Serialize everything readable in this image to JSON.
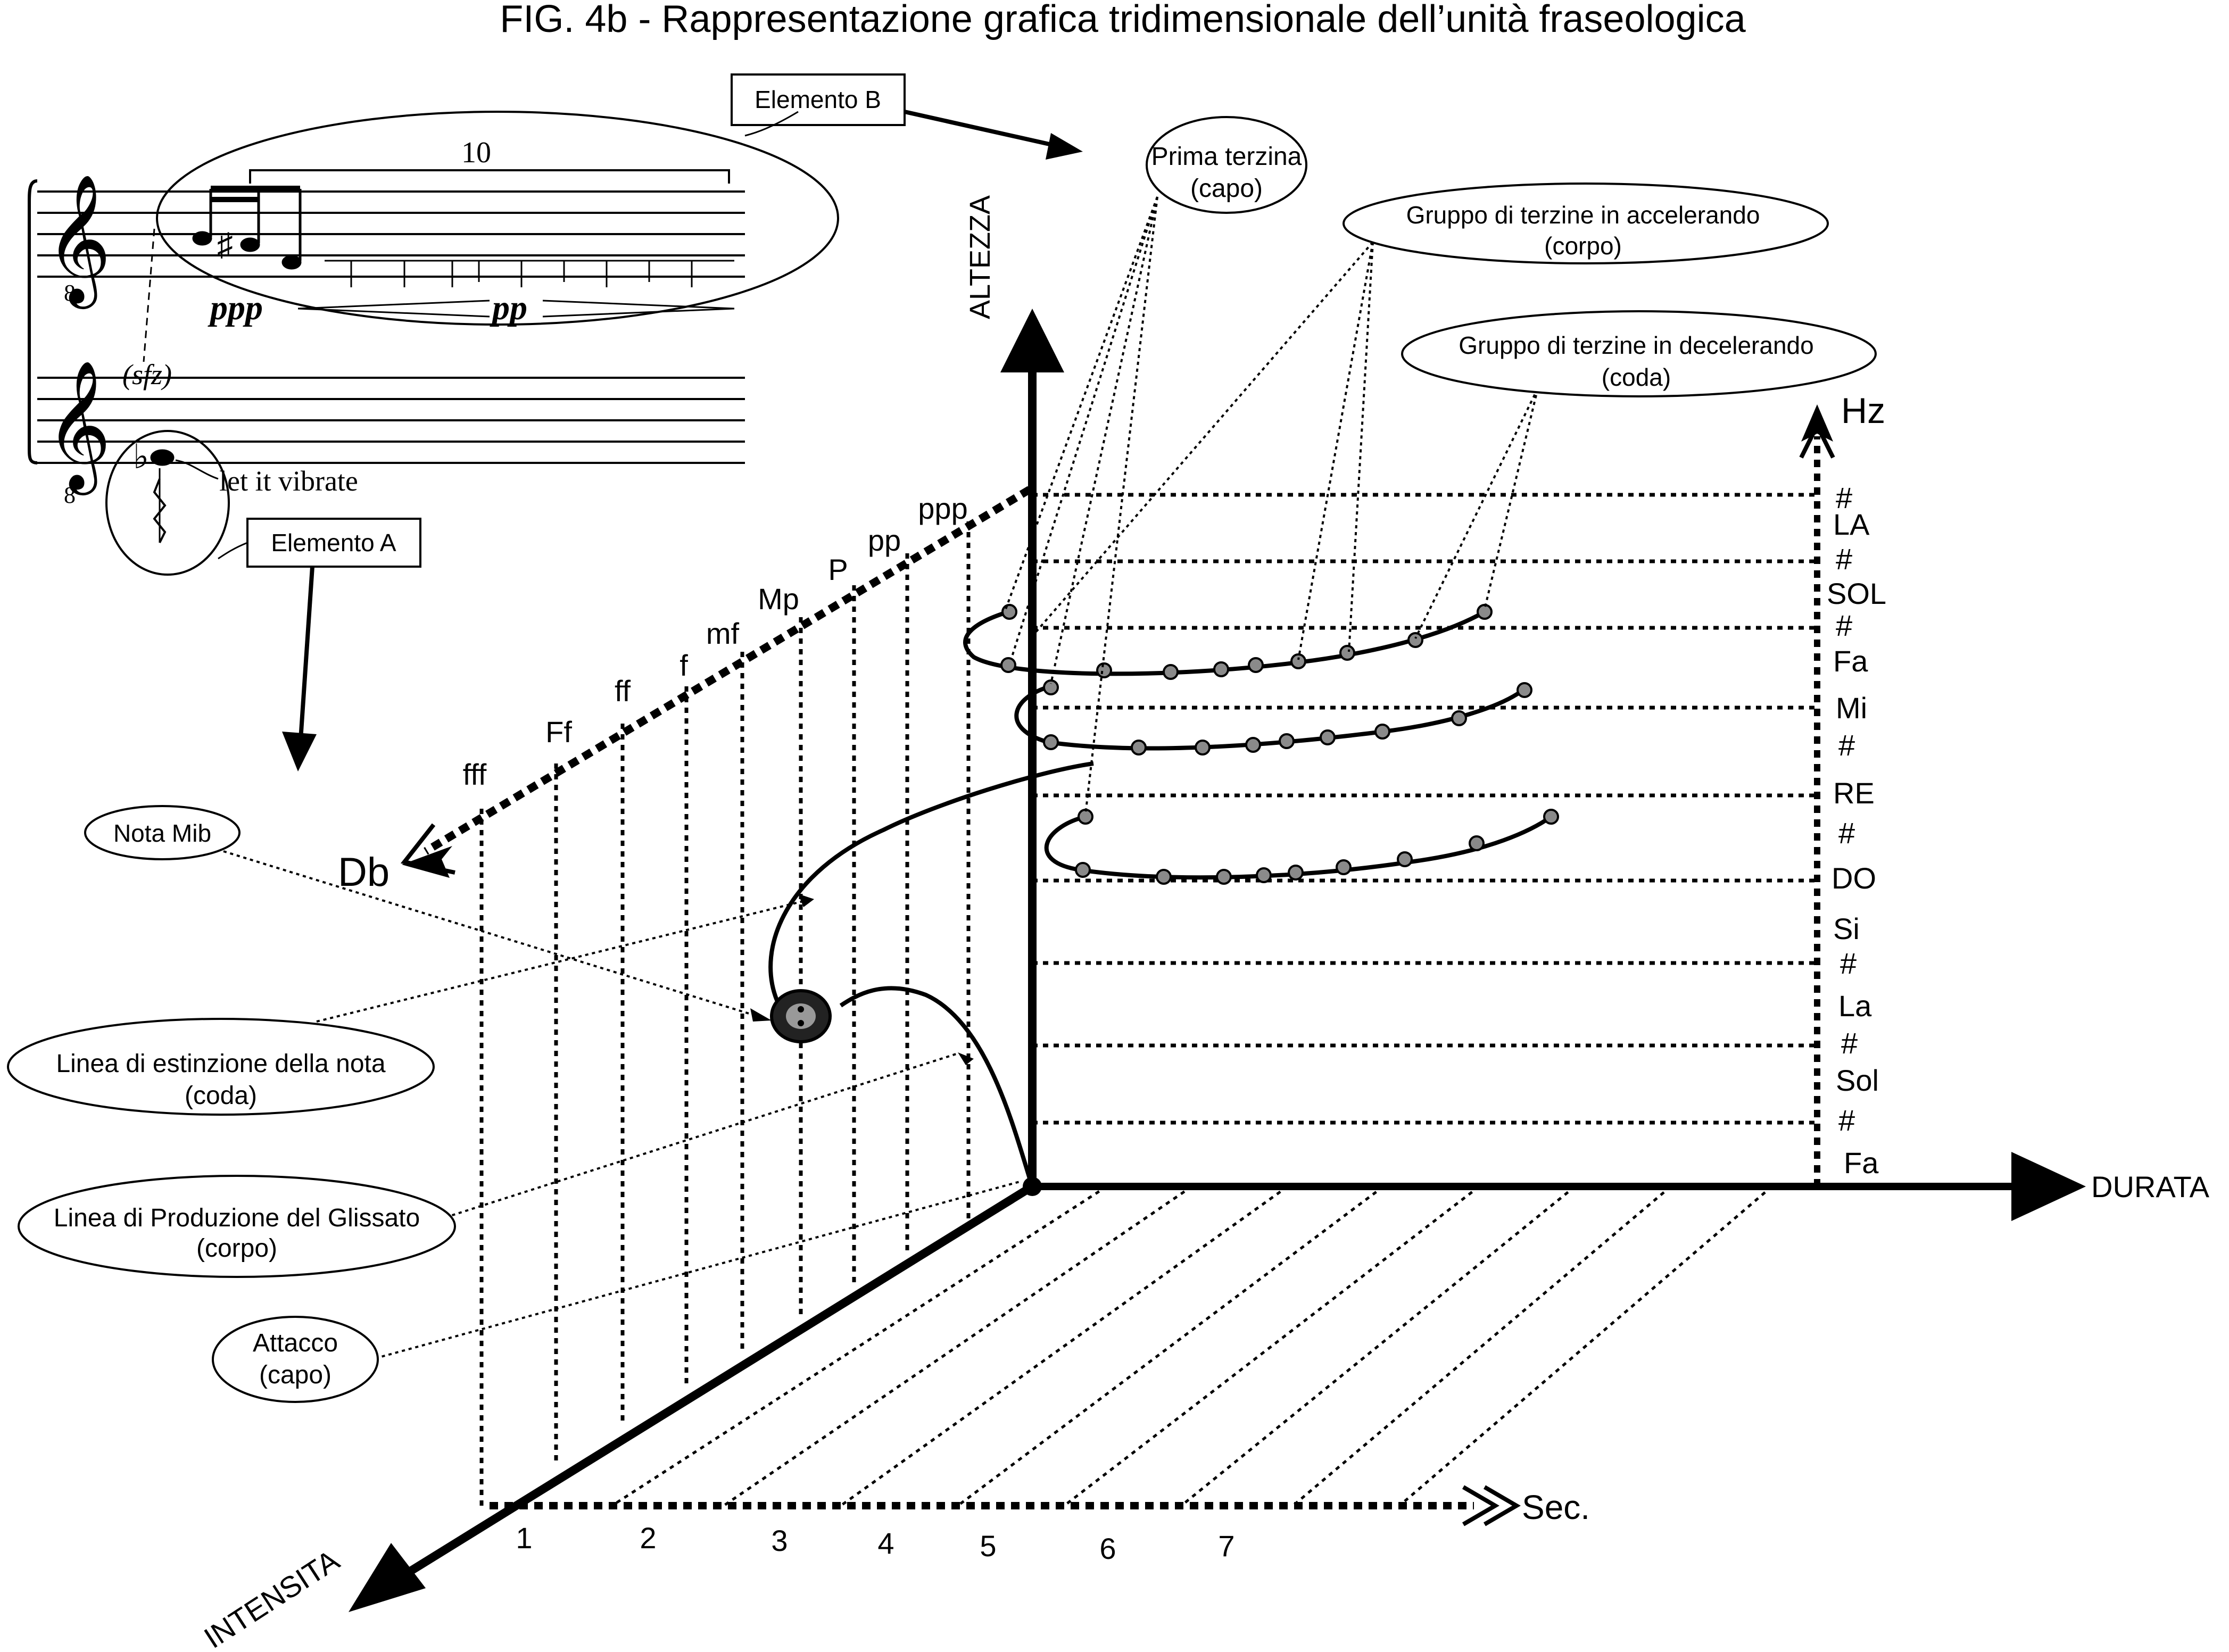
{
  "title": "FIG. 4b - Rappresentazione grafica tridimensionale dell’unità fraseologica",
  "score": {
    "tuplet": "10",
    "dyn1": "ppp",
    "dyn2": "pp",
    "sfz": "(sfz)",
    "octave_mark": "8",
    "let_vibrate": "let it vibrate",
    "flat": "♭"
  },
  "axes": {
    "altezza": "ALTEZZA",
    "durata": "DURATA",
    "intensita": "INTENSITA",
    "hz": "Hz",
    "sec": "Sec.",
    "db": "Db"
  },
  "dynamics": [
    "fff",
    "Ff",
    "ff",
    "f",
    "mf",
    "Mp",
    "P",
    "pp",
    "ppp"
  ],
  "seconds": [
    "1",
    "2",
    "3",
    "4",
    "5",
    "6",
    "7"
  ],
  "pitches": [
    "#",
    "LA",
    "#",
    "SOL",
    "#",
    "Fa",
    "Mi",
    "#",
    "RE",
    "#",
    "DO",
    "Si",
    "#",
    "La",
    "#",
    "Sol",
    "#",
    "Fa"
  ],
  "callouts": {
    "elemento_b": "Elemento B",
    "elemento_a": "Elemento A",
    "prima_terzina": [
      "Prima terzina",
      "(capo)"
    ],
    "accelerando": [
      "Gruppo di terzine in accelerando",
      "(corpo)"
    ],
    "decelerando": [
      "Gruppo di terzine in decelerando",
      "(coda)"
    ],
    "nota_mib": "Nota Mib",
    "estinzione": [
      "Linea di estinzione della nota",
      "(coda)"
    ],
    "produzione": [
      "Linea di Produzione del Glissato",
      "(corpo)"
    ],
    "attacco": [
      "Attacco",
      "(capo)"
    ]
  }
}
